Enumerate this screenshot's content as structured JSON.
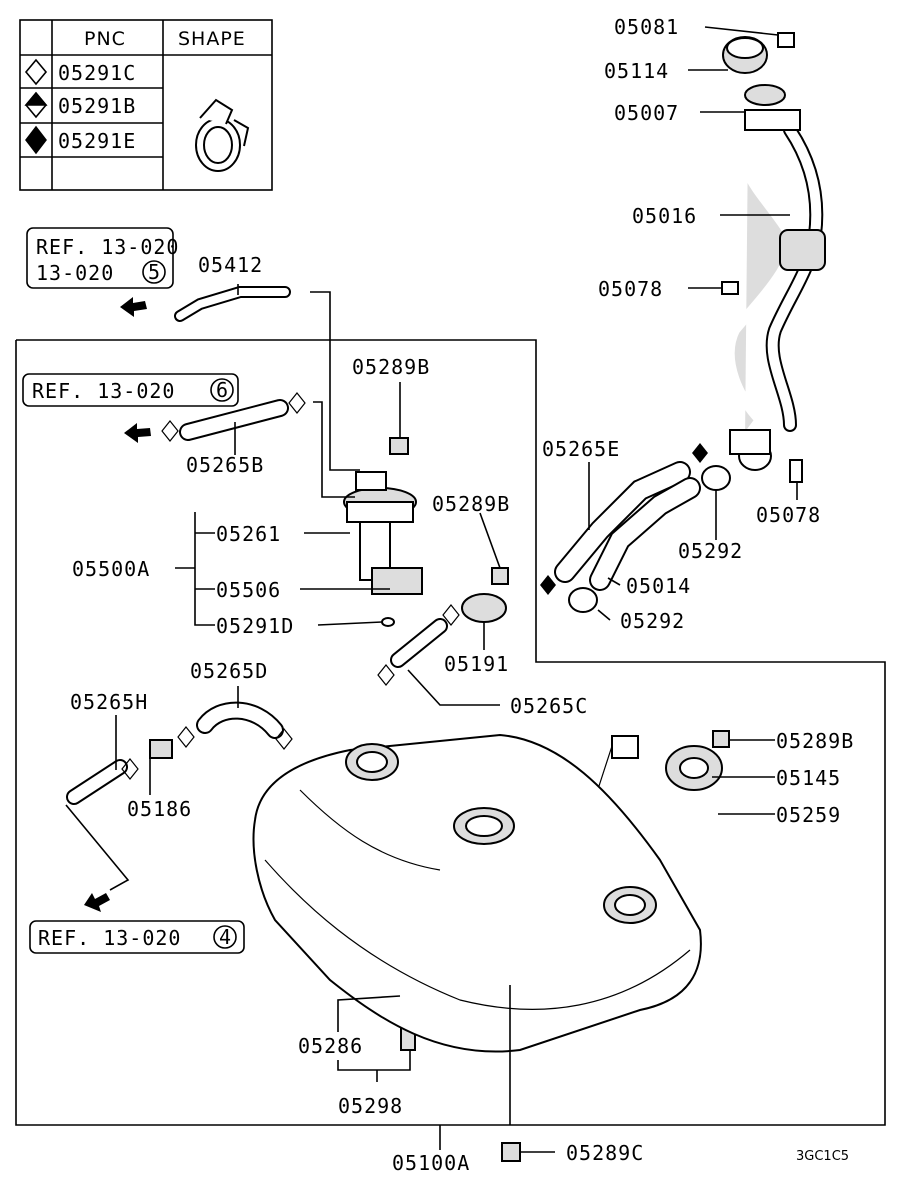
{
  "legend": {
    "header_pnc": "PNC",
    "header_shape": "SHAPE",
    "rows": [
      {
        "marker": "diamond-outline-icon",
        "pnc": "05291C"
      },
      {
        "marker": "diamond-half-icon",
        "pnc": "05291B"
      },
      {
        "marker": "diamond-filled-icon",
        "pnc": "05291E"
      }
    ]
  },
  "refs": {
    "ref5_text": "REF. 13-020",
    "ref5_num": "5",
    "ref6_text": "REF. 13-020",
    "ref6_num": "6",
    "ref4_text": "REF. 13-020",
    "ref4_num": "4"
  },
  "labels": {
    "p05081": "05081",
    "p05114": "05114",
    "p05007": "05007",
    "p05016": "05016",
    "p05078a": "05078",
    "p05078b": "05078",
    "p05412": "05412",
    "p05289b_1": "05289B",
    "p05265b": "05265B",
    "p05289b_2": "05289B",
    "p05265e": "05265E",
    "p05292a": "05292",
    "p05014": "05014",
    "p05292b": "05292",
    "p05500a": "05500A",
    "p05261": "05261",
    "p05506": "05506",
    "p05291d": "05291D",
    "p05191": "05191",
    "p05265c": "05265C",
    "p05265d": "05265D",
    "p05265h": "05265H",
    "p05186": "05186",
    "p05289b_3": "05289B",
    "p05145": "05145",
    "p05259": "05259",
    "p05286": "05286",
    "p05298": "05298",
    "p05100a": "05100A",
    "p05289c": "05289C",
    "diagram_code": "3GC1C5"
  }
}
